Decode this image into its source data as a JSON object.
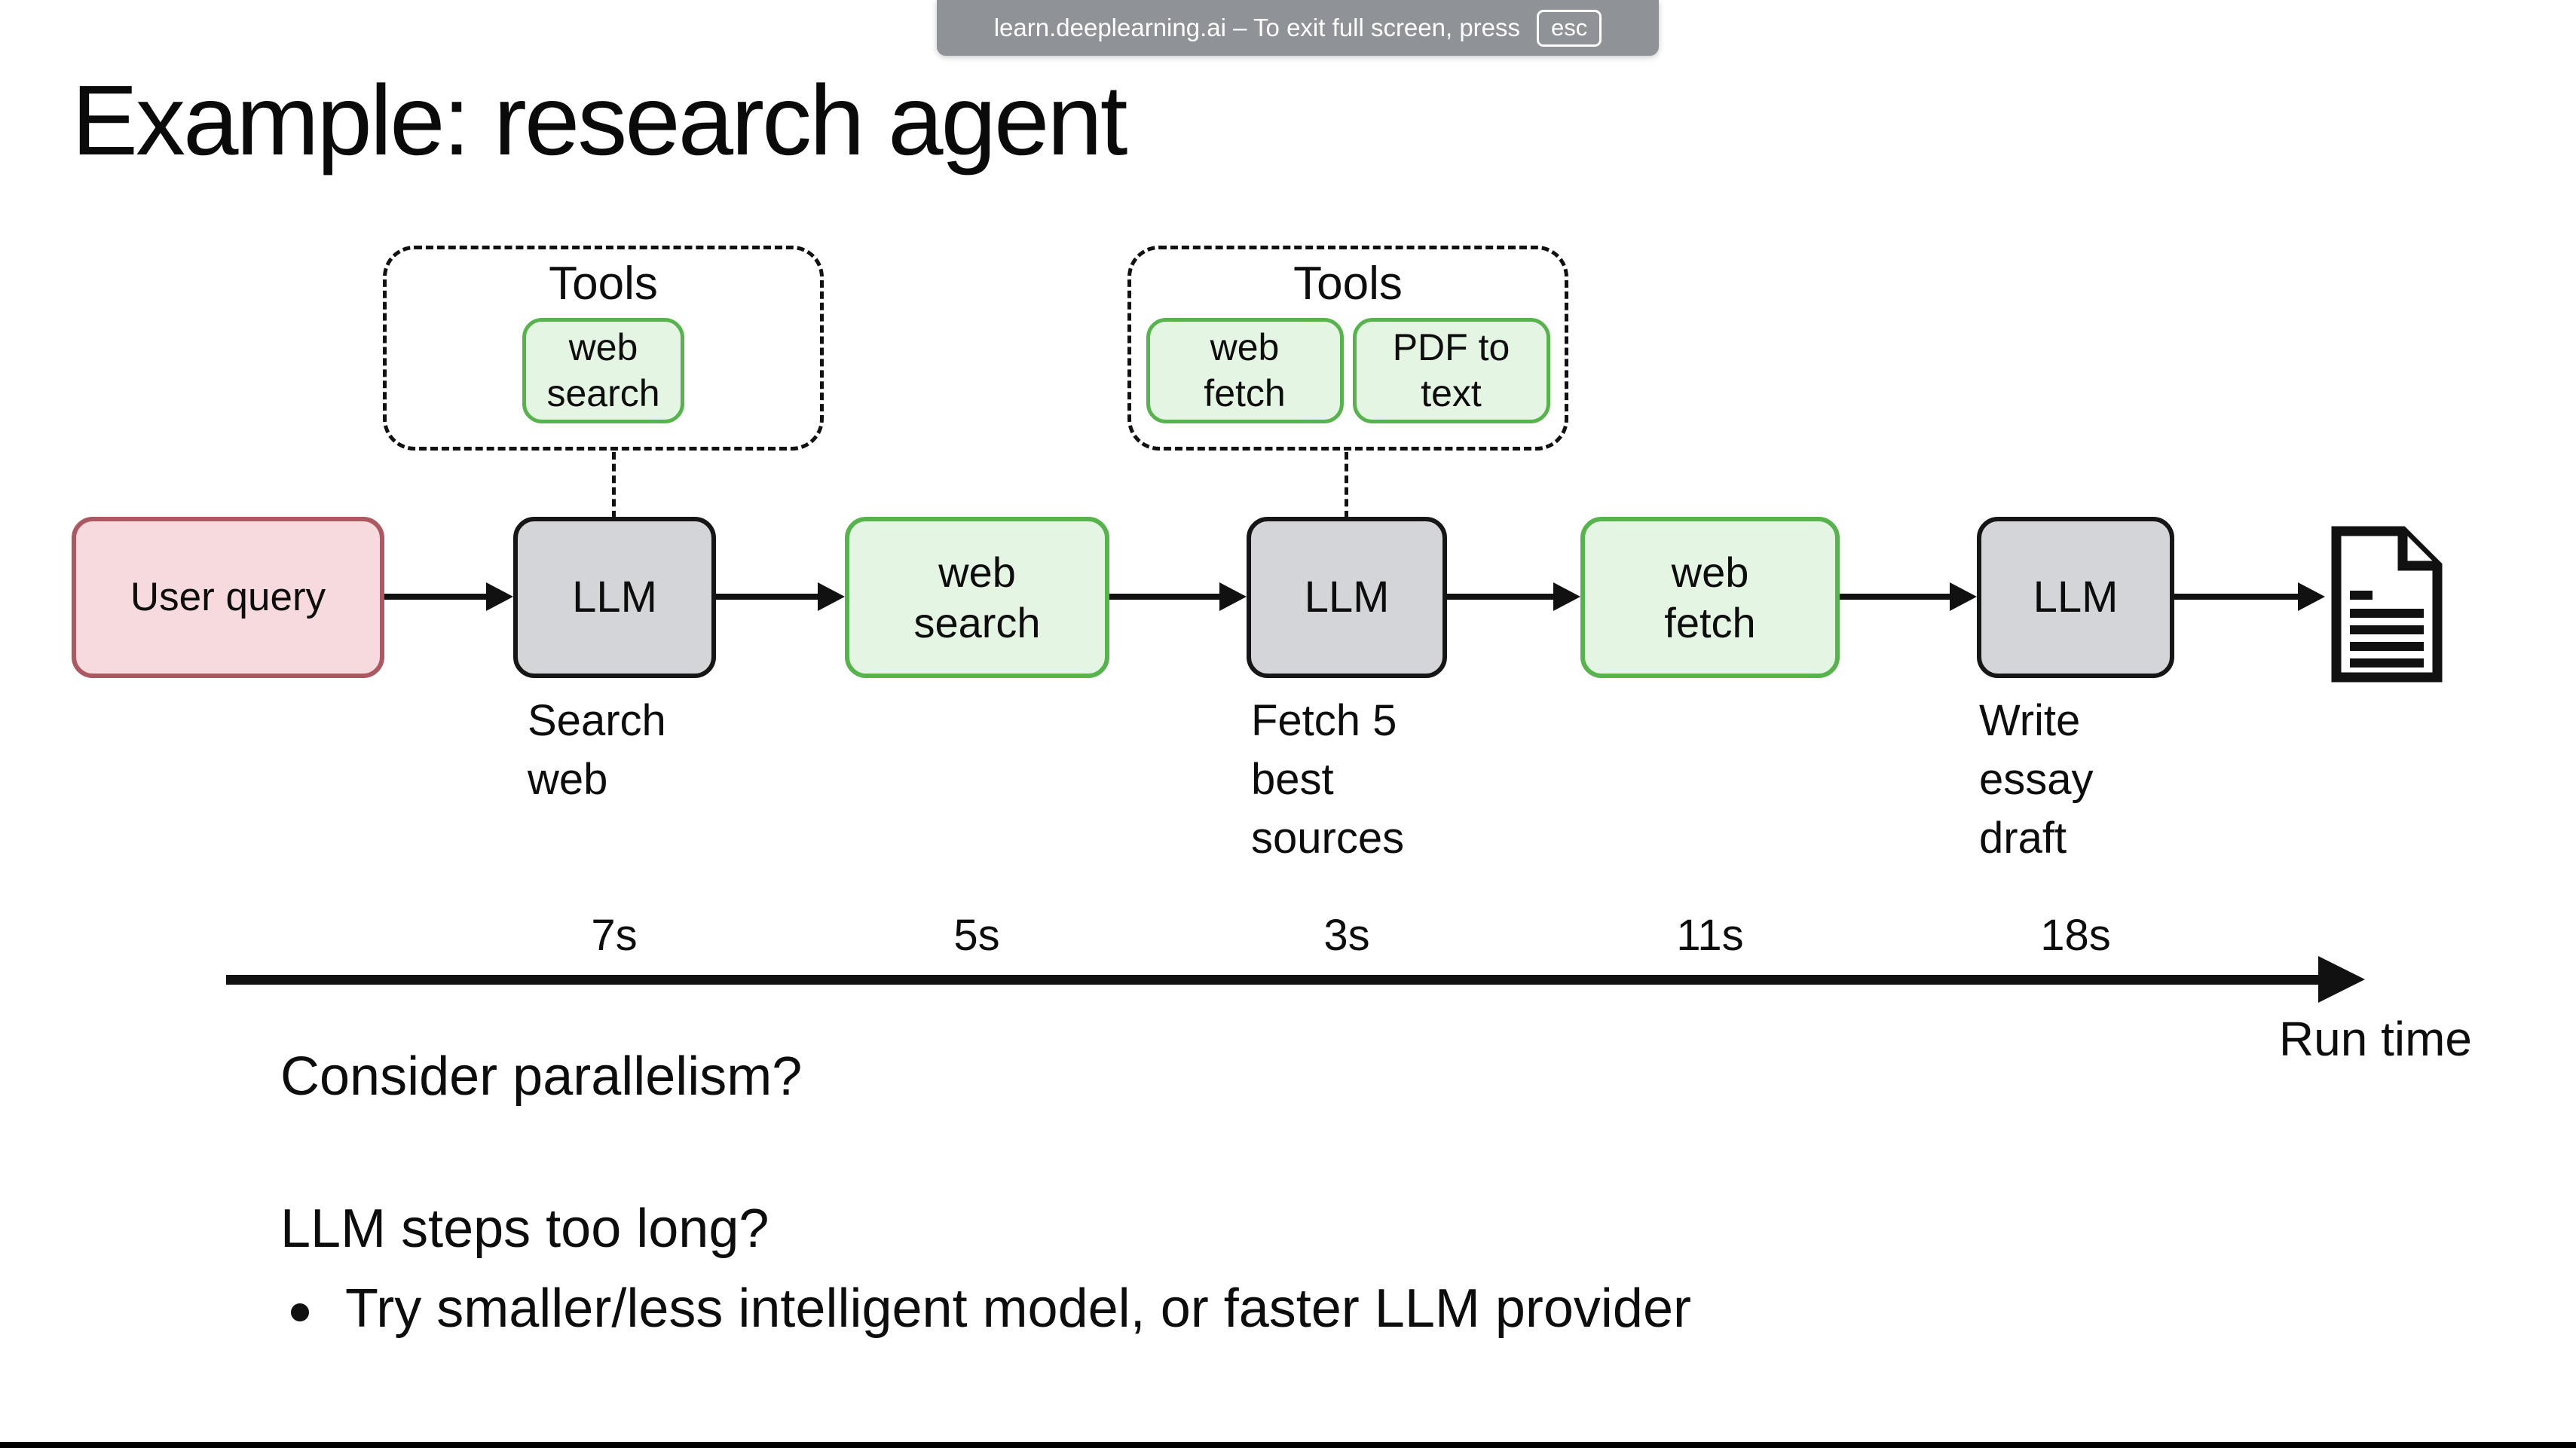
{
  "fullscreen_banner": {
    "message": "learn.deeplearning.ai – To exit full screen, press",
    "key_label": "esc"
  },
  "slide": {
    "title": "Example: research agent",
    "tool_groups": [
      {
        "title": "Tools",
        "tools": [
          {
            "label": "web search"
          }
        ]
      },
      {
        "title": "Tools",
        "tools": [
          {
            "label": "web fetch"
          },
          {
            "label": "PDF to text"
          }
        ]
      }
    ],
    "flow": {
      "user_query": "User query",
      "llm1": "LLM",
      "web_search": "web search",
      "llm2": "LLM",
      "web_fetch": "web fetch",
      "llm3": "LLM"
    },
    "captions": {
      "llm1": "Search web",
      "llm2": "Fetch 5 best sources",
      "llm3": "Write essay draft"
    },
    "times": {
      "llm1": "7s",
      "web_search": "5s",
      "llm2": "3s",
      "web_fetch": "11s",
      "llm3": "18s"
    },
    "timeline_label": "Run time",
    "notes": {
      "question1": "Consider parallelism?",
      "question2": "LLM steps too long?",
      "bullet1": "Try smaller/less intelligent model, or faster LLM provider"
    }
  },
  "icons": {
    "output": "document-icon"
  },
  "colors": {
    "user_query_fill": "#f6dadd",
    "user_query_border": "#ab5860",
    "llm_fill": "#d4d5d8",
    "llm_border": "#161616",
    "tool_fill": "#e5f5e3",
    "tool_border": "#57b44d",
    "banner_bg": "#8f9296",
    "ink": "#0d0d0d"
  }
}
